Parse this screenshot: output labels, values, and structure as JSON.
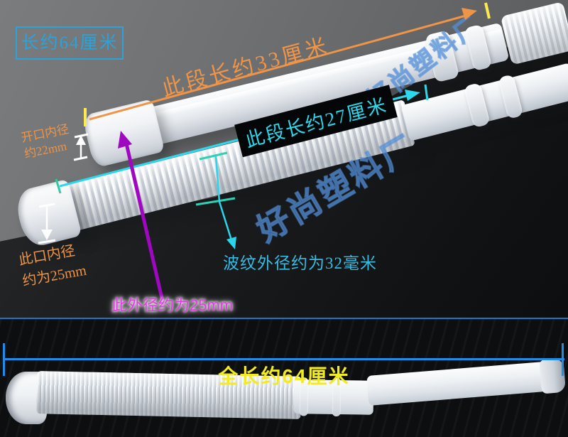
{
  "image_type": "product-photo-with-dimension-annotations",
  "product": "corrugated plastic drain hose",
  "annotations": {
    "length_box": "长约64厘米",
    "segment_33": "此段长约33厘米",
    "segment_27": "此段长约27厘米",
    "opening_diameter_line1": "开口内径",
    "opening_diameter_line2": "约22mm",
    "mouth_diameter_line1": "此口内径",
    "mouth_diameter_line2": "约为25mm",
    "corrugated_od": "波纹外径约为32毫米",
    "outer_diameter": "此外径约为25mm",
    "full_length": "全长约64厘米"
  },
  "watermark": {
    "text": "好尚塑料厂"
  },
  "measurements": {
    "total_length_cm": 64,
    "smooth_segment_cm": 33,
    "corrugated_segment_cm": 27,
    "opening_inner_diameter_mm": 22,
    "mouth_inner_diameter_mm": 25,
    "outer_diameter_mm": 25,
    "corrugated_outer_diameter_mm": 32
  },
  "colors": {
    "label_box_teal": "#2da2d8",
    "orange_annotation": "#ef9446",
    "cyan_annotation": "#2bd7ea",
    "cyan_text_32mm": "#38bce2",
    "magenta_annotation": "#e23be2",
    "purple_arrow": "#a007c0",
    "yellow_tick": "#ffe94f",
    "yellow_full_length_text": "#f2ea22",
    "blue_measure_line": "#1f8ce8",
    "top_background_gray": "#666869",
    "dark_background": "#111315"
  }
}
